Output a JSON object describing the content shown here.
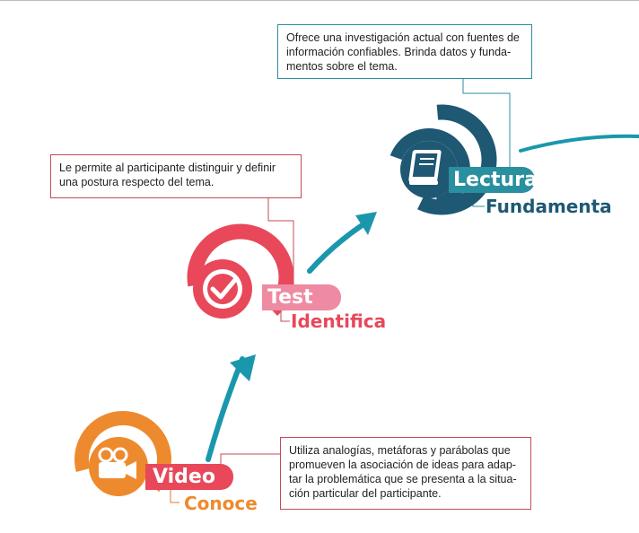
{
  "stages": [
    {
      "key": "video",
      "pill": "Video",
      "verb": "Conoce",
      "color": "#ee8a2e",
      "icon": "video-camera-icon",
      "description": [
        "Utiliza analogías, metáforas y parábolas que",
        "promueven la asociación de ideas para adap-",
        "tar la problemática que se presenta a la situa-",
        "ción particular del participante."
      ]
    },
    {
      "key": "test",
      "pill": "Test",
      "verb": "Identifica",
      "color": "#e8485a",
      "icon": "checkmark-icon",
      "description": [
        "Le permite al participante distinguir y definir",
        "una postura respecto del tema."
      ]
    },
    {
      "key": "lectura",
      "pill": "Lectura",
      "verb": "Fundamenta",
      "color": "#1e5873",
      "pill_color": "#2a8f9e",
      "icon": "book-icon",
      "description": [
        "Ofrece una investigación actual con fuentes de",
        "información confiables. Brinda datos y funda-",
        "mentos sobre el tema."
      ]
    }
  ],
  "colors": {
    "arrow": "#1a97ad",
    "teal": "#2a8f9e"
  }
}
